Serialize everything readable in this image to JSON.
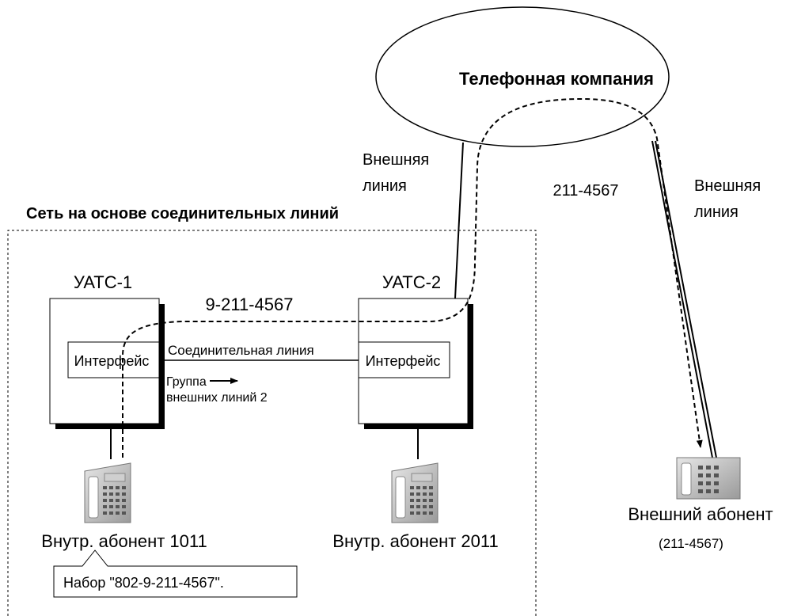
{
  "cloud_label": "Телефонная компания",
  "left_trunk_label": [
    "Внешняя",
    "линия"
  ],
  "right_trunk_label": [
    "Внешняя",
    "линия"
  ],
  "outside_number": "211-4567",
  "network_label": "Сеть на основе соединительных линий",
  "pbx1": {
    "title": "УАТС-1",
    "interface_label": "Интерфейс"
  },
  "pbx2": {
    "title": "УАТС-2",
    "interface_label": "Интерфейс"
  },
  "dialed_number": "9-211-4567",
  "tie_line_label": "Соединительная линия",
  "trunk_group_label": [
    "Группа",
    "внешних линий 2"
  ],
  "extension1_label": "Внутр. абонент 1011",
  "extension2_label": "Внутр. абонент 2011",
  "external_party_label": "Внешний абонент",
  "external_party_number": "(211-4567)",
  "callout_text": "Набор \"802-9-211-4567\"."
}
